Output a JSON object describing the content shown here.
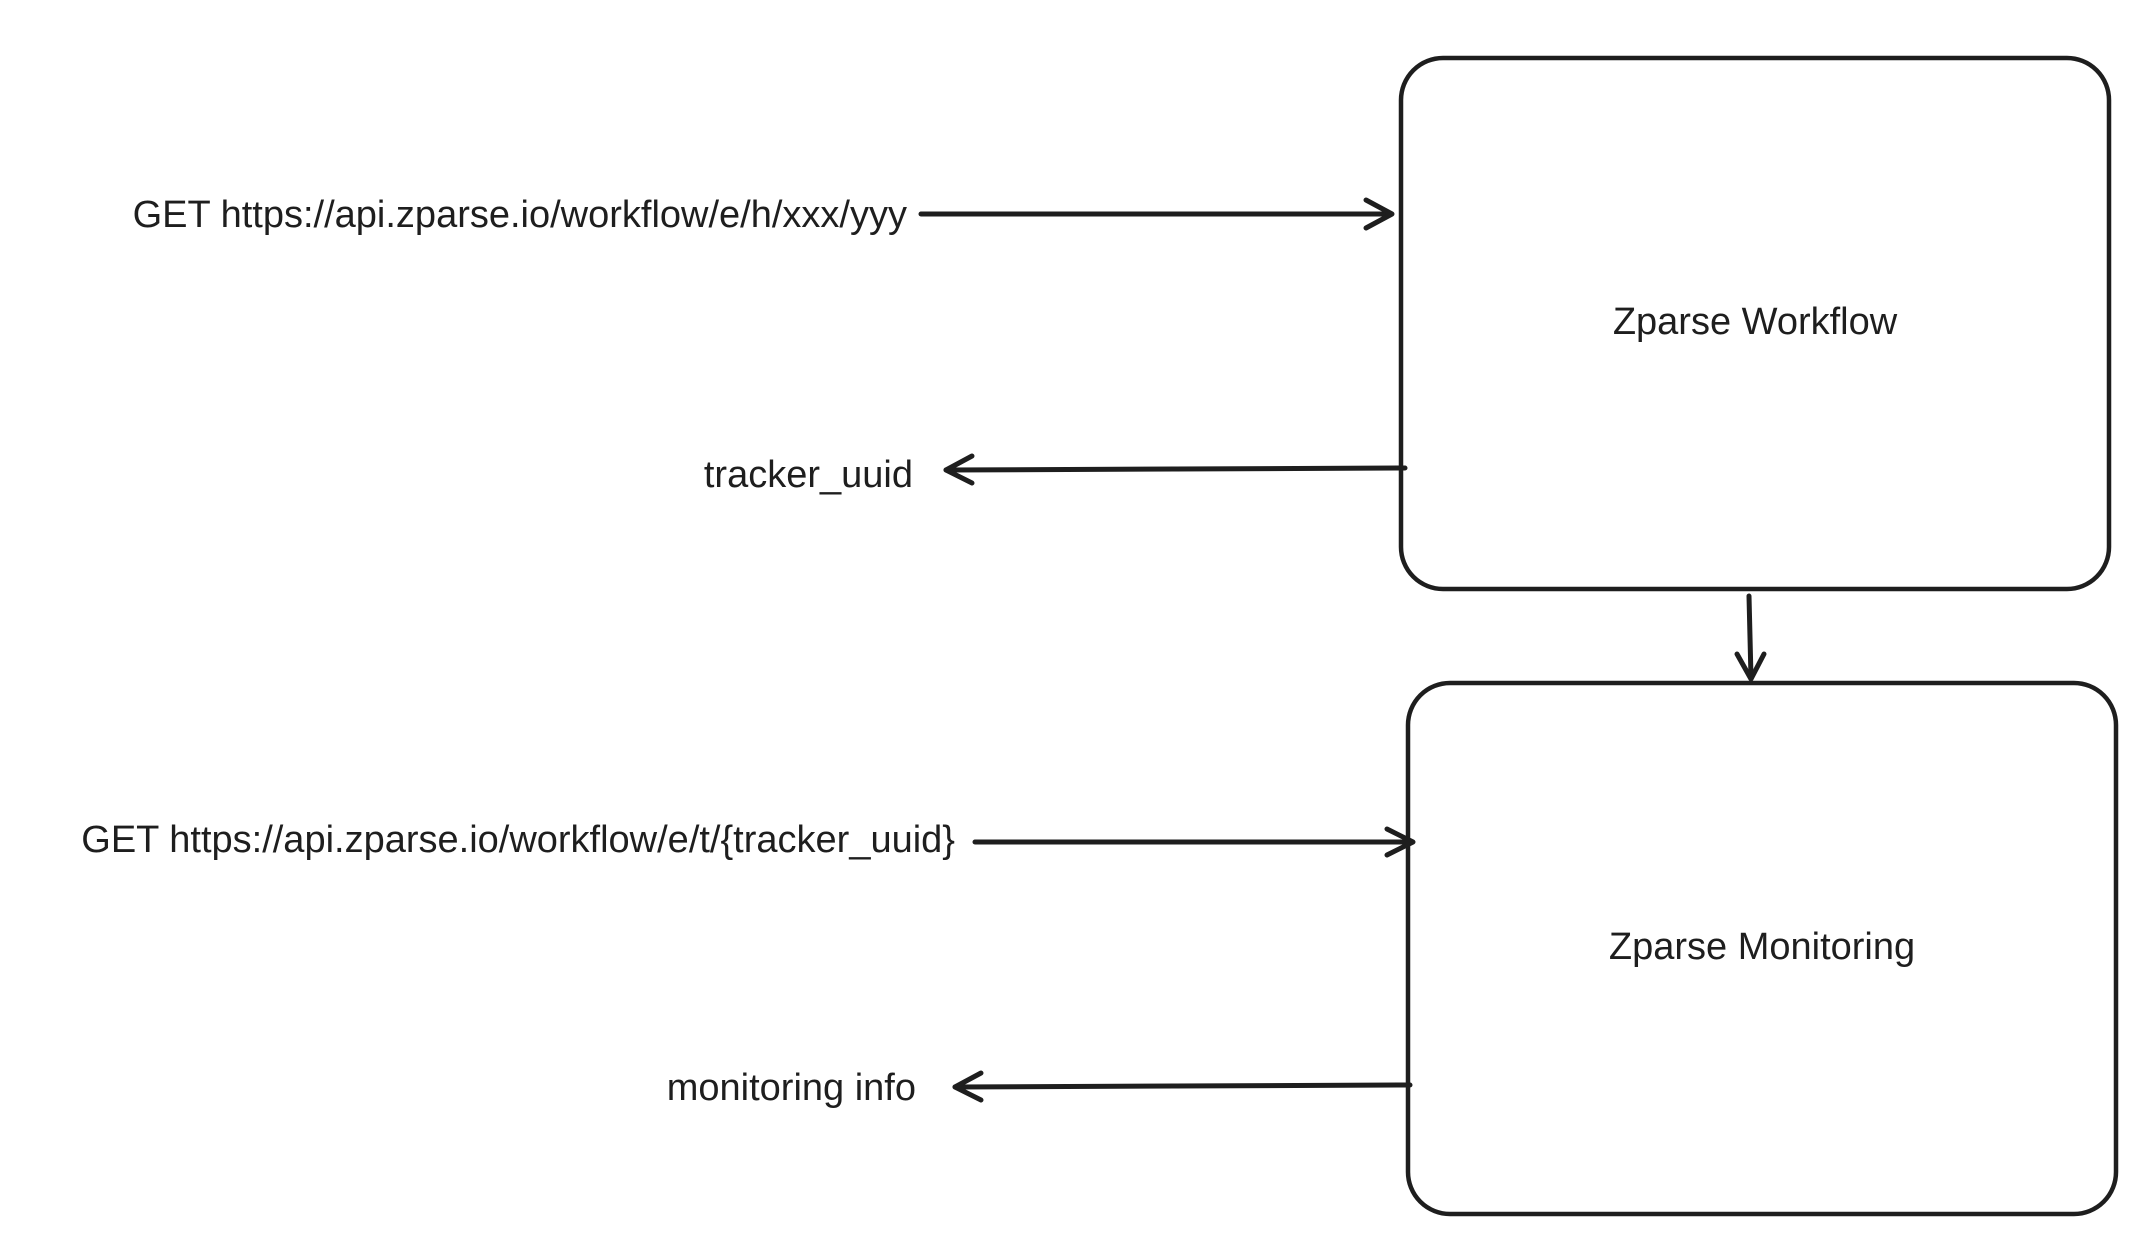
{
  "nodes": {
    "workflow": {
      "label": "Zparse Workflow"
    },
    "monitoring": {
      "label": "Zparse Monitoring"
    }
  },
  "edges": {
    "workflow_request": {
      "label": "GET https://api.zparse.io/workflow/e/h/xxx/yyy"
    },
    "workflow_response": {
      "label": "tracker_uuid"
    },
    "workflow_to_monitoring": {
      "label": ""
    },
    "monitoring_request": {
      "label": "GET https://api.zparse.io/workflow/e/t/{tracker_uuid}"
    },
    "monitoring_response": {
      "label": "monitoring info"
    }
  },
  "colors": {
    "stroke": "#1e1e1e",
    "background": "#ffffff"
  }
}
